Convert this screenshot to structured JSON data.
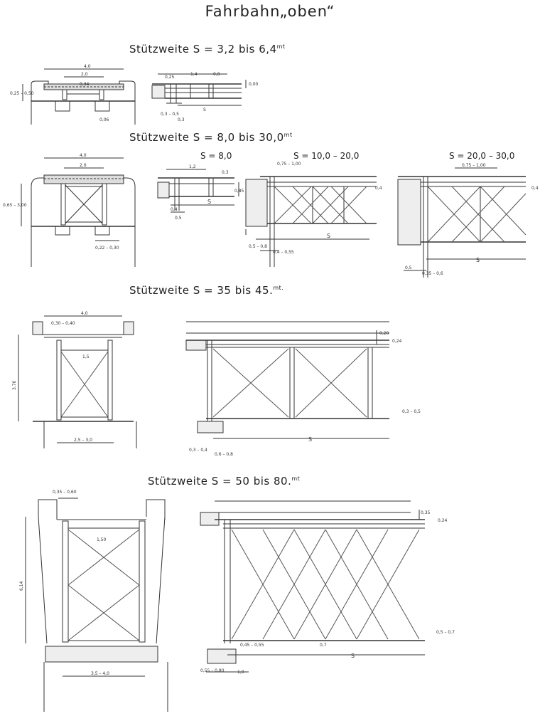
{
  "title": "Fahrbahn„oben“",
  "sections": [
    {
      "label": "Stützweite",
      "formula": "S = 3,2 bis 6,4",
      "unit": "mt"
    },
    {
      "label": "Stützweite",
      "formula": "S = 8,0 bis 30,0",
      "unit": "mt"
    },
    {
      "label": "Stützweite",
      "formula": "S = 35 bis 45.",
      "unit": "mt."
    },
    {
      "label": "Stützweite",
      "formula": "S = 50 bis 80.",
      "unit": "mt"
    }
  ],
  "subheads": {
    "s8": "S = 8,0",
    "s10": "S = 10,0 – 20,0",
    "s20": "S = 20,0 – 30,0"
  },
  "dims": {
    "s1_width": "4,0",
    "s1_inner": "2,0",
    "s1_height": "0,25 – 0,50",
    "s1_mid": "0,34",
    "s1_bottom": "0,06",
    "s1_a": "0,25",
    "s1_b": "1,4",
    "s1_c": "0,8",
    "s1_right": "0,00",
    "s1_s": "S",
    "s1_d": "0,3 – 0,5",
    "s1_e": "0,3",
    "s2_width": "4,0",
    "s2_inner": "2,0",
    "s2_height": "0,65 – 3,00",
    "s2_base": "0,22 – 0,30",
    "s2_a": "1,2",
    "s2_b": "0,3",
    "s2_c": "0,85",
    "s2_d": "0,4",
    "s2_e": "0,5",
    "s2_f": "0,75 – 1,00",
    "s2_g": "0,4",
    "s2_h": "0,5 – 0,8",
    "s2_i": "0,4 – 0,55",
    "s2_j": "0,75 – 1,00",
    "s2_k": "0,4",
    "s2_l": "0,5",
    "s2_m": "0,35 – 0,6",
    "s3_width": "4,0",
    "s3_a": "0,30 – 0,40",
    "s3_b": "1,5",
    "s3_height": "3,70",
    "s3_base": "2,5 – 3,0",
    "s3_c": "0,20",
    "s3_d": "0,24",
    "s3_e": "0,3 – 0,5",
    "s3_f": "0,3 – 0,4",
    "s3_g": "0,6 – 0,8",
    "s4_a": "0,35 – 0,60",
    "s4_b": "1,50",
    "s4_height": "6,14",
    "s4_base": "3,5 – 4,0",
    "s4_c": "0,35",
    "s4_d": "0,24",
    "s4_e": "0,5 – 0,7",
    "s4_f": "0,45 – 0,55",
    "s4_g": "0,7",
    "s4_h": "0,55 – 0,80",
    "s4_i": "1,0",
    "S": "S"
  }
}
